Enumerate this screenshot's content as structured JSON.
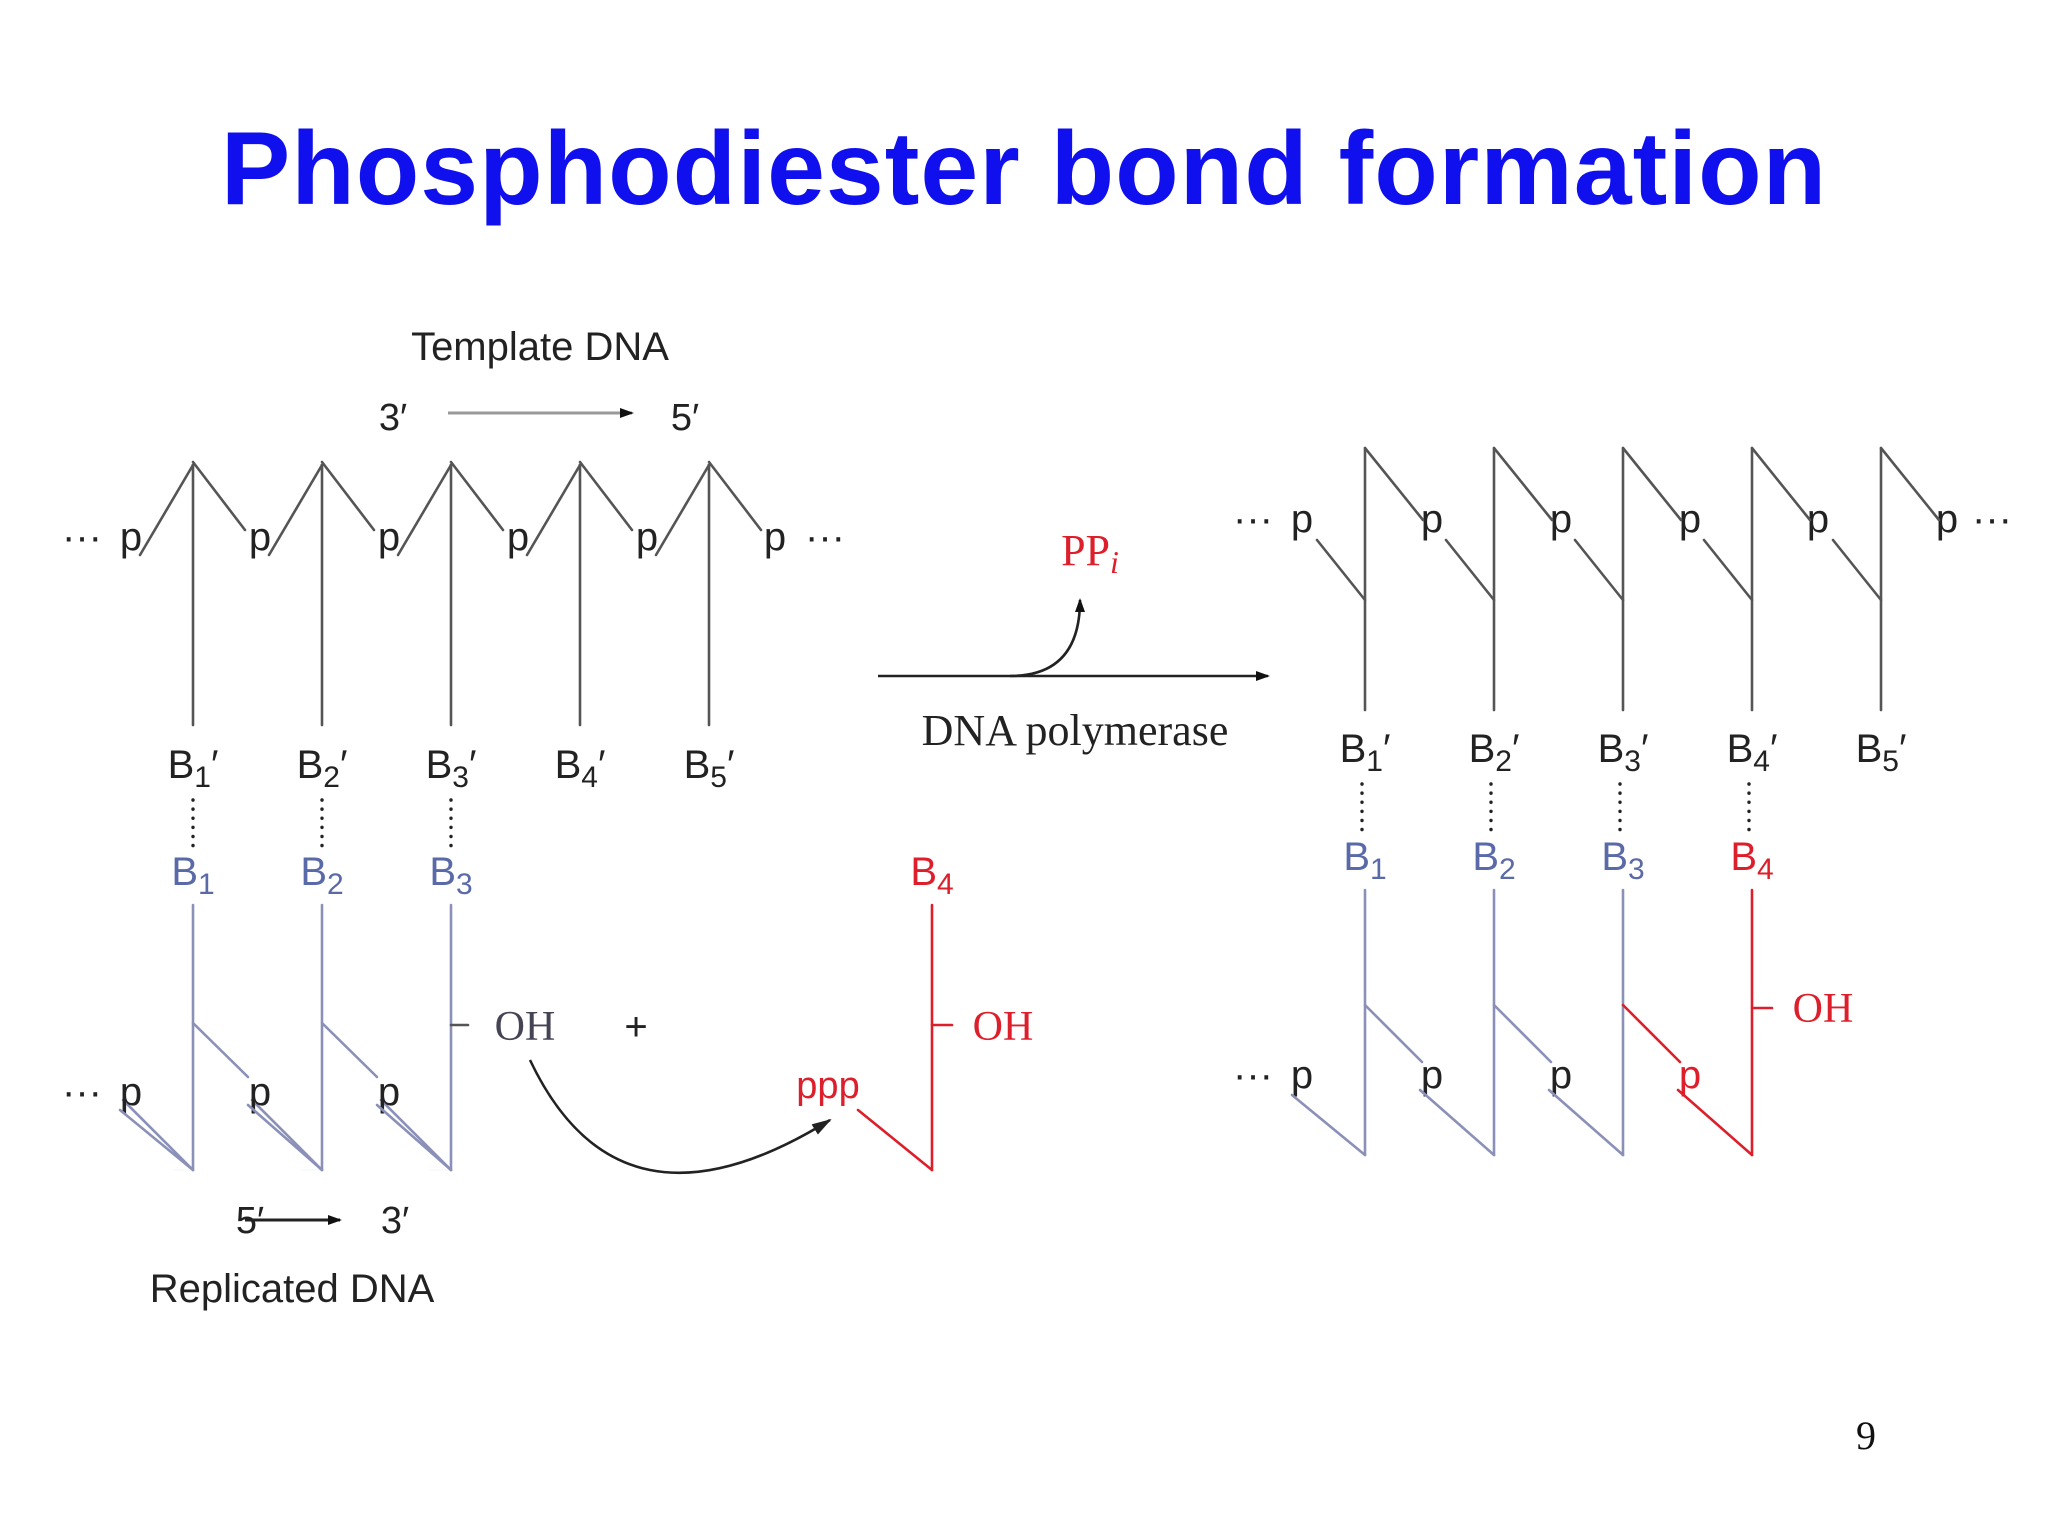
{
  "slide": {
    "title": "Phosphodiester bond formation",
    "page_number": "9"
  },
  "colors": {
    "title": "#1010ee",
    "strand": "#111111",
    "new_strand": "#8a90b8",
    "new_base": "#5a6aa8",
    "incoming": "#dd1f2c",
    "text": "#222222"
  },
  "left": {
    "template_label": "Template DNA",
    "template_dir_start": "3′",
    "template_dir_end": "5′",
    "replicated_label": "Replicated DNA",
    "replicated_dir_start": "5′",
    "replicated_dir_end": "3′",
    "template_ellipsis_left": "···",
    "template_ellipsis_right": "···",
    "replicated_ellipsis": "···",
    "template_p": [
      "p",
      "p",
      "p",
      "p",
      "p",
      "p"
    ],
    "template_bases": [
      {
        "b": "B",
        "sub": "1",
        "prime": "′"
      },
      {
        "b": "B",
        "sub": "2",
        "prime": "′"
      },
      {
        "b": "B",
        "sub": "3",
        "prime": "′"
      },
      {
        "b": "B",
        "sub": "4",
        "prime": "′"
      },
      {
        "b": "B",
        "sub": "5",
        "prime": "′"
      }
    ],
    "new_bases": [
      {
        "b": "B",
        "sub": "1"
      },
      {
        "b": "B",
        "sub": "2"
      },
      {
        "b": "B",
        "sub": "3"
      }
    ],
    "new_p": [
      "p",
      "p",
      "p"
    ],
    "oh": "OH",
    "plus": "+",
    "incoming_base": {
      "b": "B",
      "sub": "4"
    },
    "incoming_oh": "OH",
    "incoming_ppp": "ppp"
  },
  "middle": {
    "ppi": {
      "text": "PP",
      "sub": "i"
    },
    "enzyme": "DNA polymerase"
  },
  "right": {
    "template_ellipsis_left": "···",
    "template_ellipsis_right": "···",
    "replicated_ellipsis": "···",
    "template_p": [
      "p",
      "p",
      "p",
      "p",
      "p",
      "p"
    ],
    "template_bases": [
      {
        "b": "B",
        "sub": "1",
        "prime": "′"
      },
      {
        "b": "B",
        "sub": "2",
        "prime": "′"
      },
      {
        "b": "B",
        "sub": "3",
        "prime": "′"
      },
      {
        "b": "B",
        "sub": "4",
        "prime": "′"
      },
      {
        "b": "B",
        "sub": "5",
        "prime": "′"
      }
    ],
    "new_bases": [
      {
        "b": "B",
        "sub": "1"
      },
      {
        "b": "B",
        "sub": "2"
      },
      {
        "b": "B",
        "sub": "3"
      },
      {
        "b": "B",
        "sub": "4"
      }
    ],
    "new_p": [
      "p",
      "p",
      "p",
      "p"
    ],
    "oh": "OH"
  }
}
